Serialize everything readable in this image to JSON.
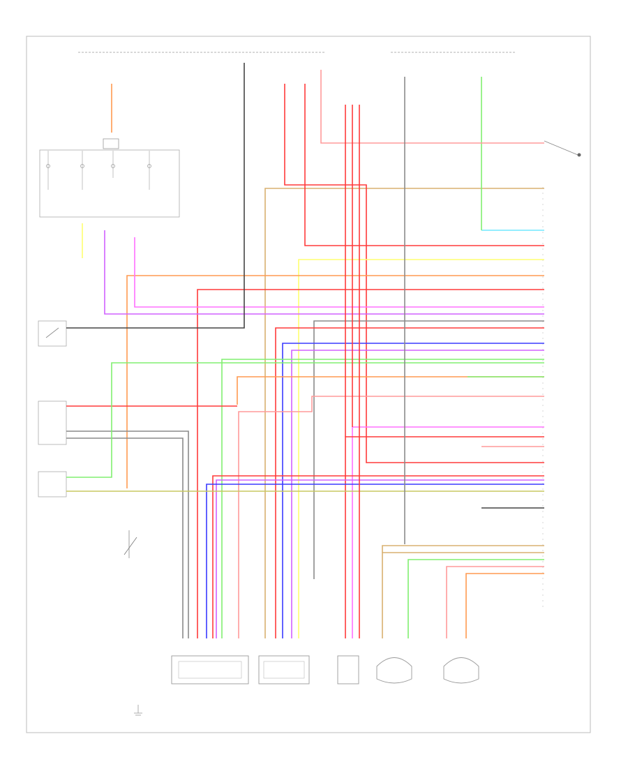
{
  "diagram": {
    "footer_code": "",
    "wire_colors": {
      "red": "#ff3a3a",
      "pink": "#ff9a9a",
      "orange": "#ff9a50",
      "yellow": "#ffff70",
      "green": "#80ef70",
      "blue": "#3a3aff",
      "violet": "#d060ff",
      "magenta": "#ff70ff",
      "tan": "#d8b070",
      "gray": "#8a8a8a",
      "black": "#444444",
      "lightblue": "#70e8ff",
      "olive": "#c8c860"
    },
    "components": [
      {
        "id": "fuse-relay-box",
        "icon": "fuse-relay-box"
      },
      {
        "id": "stop-light-switch",
        "icon": "switch"
      },
      {
        "id": "neutral-start-switch",
        "icon": "switch"
      },
      {
        "id": "park-brake-switch",
        "icon": "switch"
      },
      {
        "id": "abs-control-unit",
        "icon": "connector-module"
      },
      {
        "id": "combination-meter",
        "icon": "connector-module"
      },
      {
        "id": "data-link-connector",
        "icon": "connector-module"
      },
      {
        "id": "g-sensor",
        "icon": "sensor"
      },
      {
        "id": "left-rear-wheel-sensor",
        "icon": "wheel-speed-sensor"
      },
      {
        "id": "right-rear-wheel-sensor",
        "icon": "wheel-speed-sensor"
      },
      {
        "id": "right-front-wheel-sensor",
        "icon": "wheel-speed-sensor"
      },
      {
        "id": "ground-point-engine",
        "icon": "ground"
      },
      {
        "id": "ground-point-body",
        "icon": "ground"
      }
    ]
  }
}
